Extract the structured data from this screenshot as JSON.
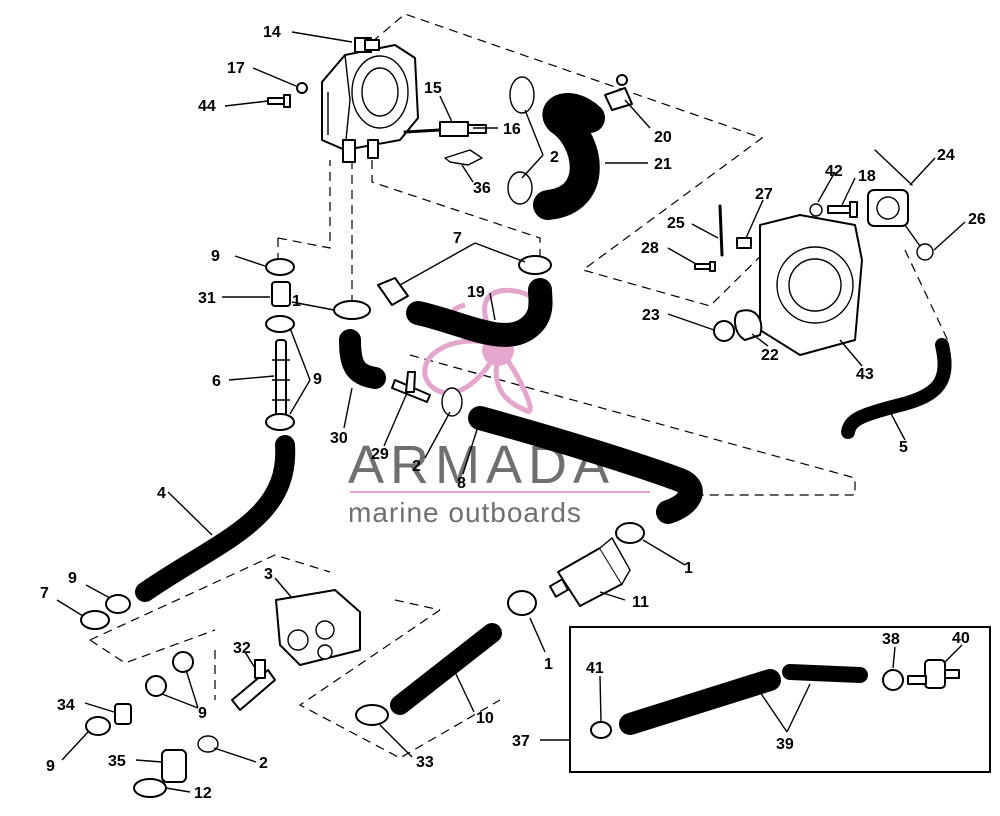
{
  "watermark": {
    "brand": "ARMADA",
    "tagline": "marine outboards",
    "accent_color": "#e4a6cc",
    "text_color": "#6f6f6f"
  },
  "callouts": [
    {
      "id": "c14",
      "label": "14"
    },
    {
      "id": "c17",
      "label": "17"
    },
    {
      "id": "c44",
      "label": "44"
    },
    {
      "id": "c15",
      "label": "15"
    },
    {
      "id": "c16",
      "label": "16"
    },
    {
      "id": "c2a",
      "label": "2"
    },
    {
      "id": "c20",
      "label": "20"
    },
    {
      "id": "c21",
      "label": "21"
    },
    {
      "id": "c36",
      "label": "36"
    },
    {
      "id": "c24",
      "label": "24"
    },
    {
      "id": "c42",
      "label": "42"
    },
    {
      "id": "c18",
      "label": "18"
    },
    {
      "id": "c27",
      "label": "27"
    },
    {
      "id": "c25",
      "label": "25"
    },
    {
      "id": "c26",
      "label": "26"
    },
    {
      "id": "c28",
      "label": "28"
    },
    {
      "id": "c9a",
      "label": "9"
    },
    {
      "id": "c7a",
      "label": "7"
    },
    {
      "id": "c31",
      "label": "31"
    },
    {
      "id": "c1a",
      "label": "1"
    },
    {
      "id": "c19",
      "label": "19"
    },
    {
      "id": "c23",
      "label": "23"
    },
    {
      "id": "c22",
      "label": "22"
    },
    {
      "id": "c43",
      "label": "43"
    },
    {
      "id": "c6",
      "label": "6"
    },
    {
      "id": "c9b",
      "label": "9"
    },
    {
      "id": "c30",
      "label": "30"
    },
    {
      "id": "c29",
      "label": "29"
    },
    {
      "id": "c2b",
      "label": "2"
    },
    {
      "id": "c8",
      "label": "8"
    },
    {
      "id": "c5",
      "label": "5"
    },
    {
      "id": "c4",
      "label": "4"
    },
    {
      "id": "c1b",
      "label": "1"
    },
    {
      "id": "c11",
      "label": "11"
    },
    {
      "id": "c9c",
      "label": "9"
    },
    {
      "id": "c7b",
      "label": "7"
    },
    {
      "id": "c3",
      "label": "3"
    },
    {
      "id": "c32",
      "label": "32"
    },
    {
      "id": "c1c",
      "label": "1"
    },
    {
      "id": "c10",
      "label": "10"
    },
    {
      "id": "c9d",
      "label": "9"
    },
    {
      "id": "c34",
      "label": "34"
    },
    {
      "id": "c33",
      "label": "33"
    },
    {
      "id": "c38",
      "label": "38"
    },
    {
      "id": "c40",
      "label": "40"
    },
    {
      "id": "c41",
      "label": "41"
    },
    {
      "id": "c37",
      "label": "37"
    },
    {
      "id": "c39",
      "label": "39"
    },
    {
      "id": "c9e",
      "label": "9"
    },
    {
      "id": "c35",
      "label": "35"
    },
    {
      "id": "c2c",
      "label": "2"
    },
    {
      "id": "c12",
      "label": "12"
    }
  ]
}
